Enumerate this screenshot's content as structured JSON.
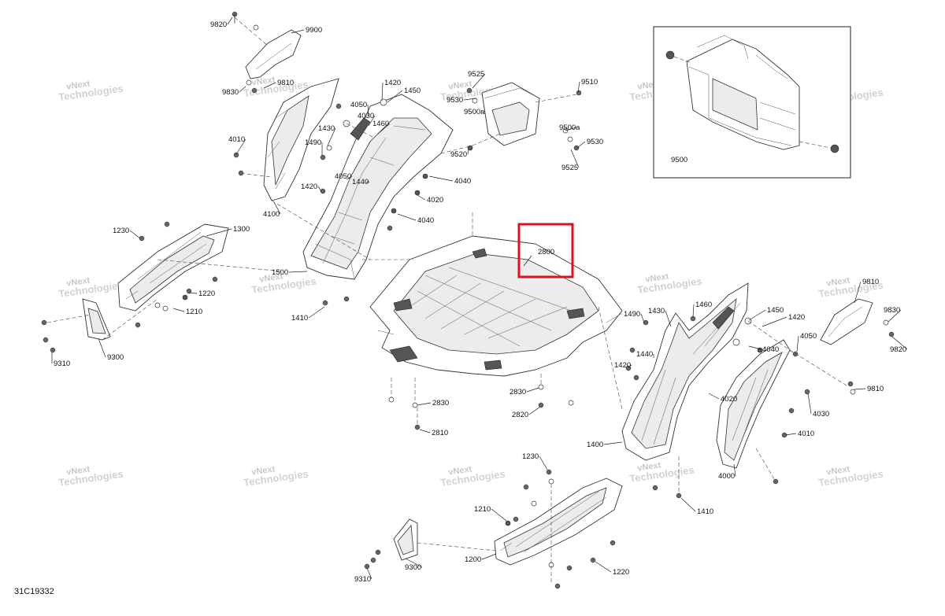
{
  "diagram_code": "31C19332",
  "watermark_lines": [
    "vNext",
    "Technologies"
  ],
  "highlight_label": "2800",
  "labels": [
    {
      "id": "l9820a",
      "text": "9820"
    },
    {
      "id": "l9900",
      "text": "9900"
    },
    {
      "id": "l9830a",
      "text": "9830"
    },
    {
      "id": "l9810a",
      "text": "9810"
    },
    {
      "id": "l4010a",
      "text": "4010"
    },
    {
      "id": "l1430a",
      "text": "1430"
    },
    {
      "id": "l1490a",
      "text": "1490"
    },
    {
      "id": "l1420a",
      "text": "1420"
    },
    {
      "id": "l1450a",
      "text": "1450"
    },
    {
      "id": "l4050a",
      "text": "4050"
    },
    {
      "id": "l4030a",
      "text": "4030"
    },
    {
      "id": "l1460a",
      "text": "1460"
    },
    {
      "id": "l4050b",
      "text": "4050"
    },
    {
      "id": "l1440a",
      "text": "1440"
    },
    {
      "id": "l1420b",
      "text": "1420"
    },
    {
      "id": "l4100",
      "text": "4100"
    },
    {
      "id": "l4040a",
      "text": "4040"
    },
    {
      "id": "l4020a",
      "text": "4020"
    },
    {
      "id": "l4040b",
      "text": "4040"
    },
    {
      "id": "l9525a",
      "text": "9525"
    },
    {
      "id": "l9530a",
      "text": "9530"
    },
    {
      "id": "l9500a1",
      "text": "9500a"
    },
    {
      "id": "l9510",
      "text": "9510"
    },
    {
      "id": "l9500a2",
      "text": "9500a"
    },
    {
      "id": "l9520",
      "text": "9520"
    },
    {
      "id": "l9530b",
      "text": "9530"
    },
    {
      "id": "l9525b",
      "text": "9525"
    },
    {
      "id": "l9500",
      "text": "9500"
    },
    {
      "id": "l1230a",
      "text": "1230"
    },
    {
      "id": "l1300",
      "text": "1300"
    },
    {
      "id": "l1220a",
      "text": "1220"
    },
    {
      "id": "l1210a",
      "text": "1210"
    },
    {
      "id": "l9310a",
      "text": "9310"
    },
    {
      "id": "l9300a",
      "text": "9300"
    },
    {
      "id": "l1500",
      "text": "1500"
    },
    {
      "id": "l1410a",
      "text": "1410"
    },
    {
      "id": "l2800",
      "text": "2800"
    },
    {
      "id": "l2830a",
      "text": "2830"
    },
    {
      "id": "l2810",
      "text": "2810"
    },
    {
      "id": "l2830b",
      "text": "2830"
    },
    {
      "id": "l2820",
      "text": "2820"
    },
    {
      "id": "l9810b",
      "text": "9810"
    },
    {
      "id": "l9830b",
      "text": "9830"
    },
    {
      "id": "l9820b",
      "text": "9820"
    },
    {
      "id": "l1490b",
      "text": "1490"
    },
    {
      "id": "l1430b",
      "text": "1430"
    },
    {
      "id": "l1460b",
      "text": "1460"
    },
    {
      "id": "l1450b",
      "text": "1450"
    },
    {
      "id": "l1420c",
      "text": "1420"
    },
    {
      "id": "l4050c",
      "text": "4050"
    },
    {
      "id": "l4040c",
      "text": "4040"
    },
    {
      "id": "l1440b",
      "text": "1440"
    },
    {
      "id": "l1420d",
      "text": "1420"
    },
    {
      "id": "l4020b",
      "text": "4020"
    },
    {
      "id": "l9810c",
      "text": "9810"
    },
    {
      "id": "l4030b",
      "text": "4030"
    },
    {
      "id": "l4010b",
      "text": "4010"
    },
    {
      "id": "l1400",
      "text": "1400"
    },
    {
      "id": "l4000",
      "text": "4000"
    },
    {
      "id": "l1410b",
      "text": "1410"
    },
    {
      "id": "l1230b",
      "text": "1230"
    },
    {
      "id": "l1210b",
      "text": "1210"
    },
    {
      "id": "l9310b",
      "text": "9310"
    },
    {
      "id": "l9300b",
      "text": "9300"
    },
    {
      "id": "l1200",
      "text": "1200"
    },
    {
      "id": "l1220b",
      "text": "1220"
    }
  ]
}
